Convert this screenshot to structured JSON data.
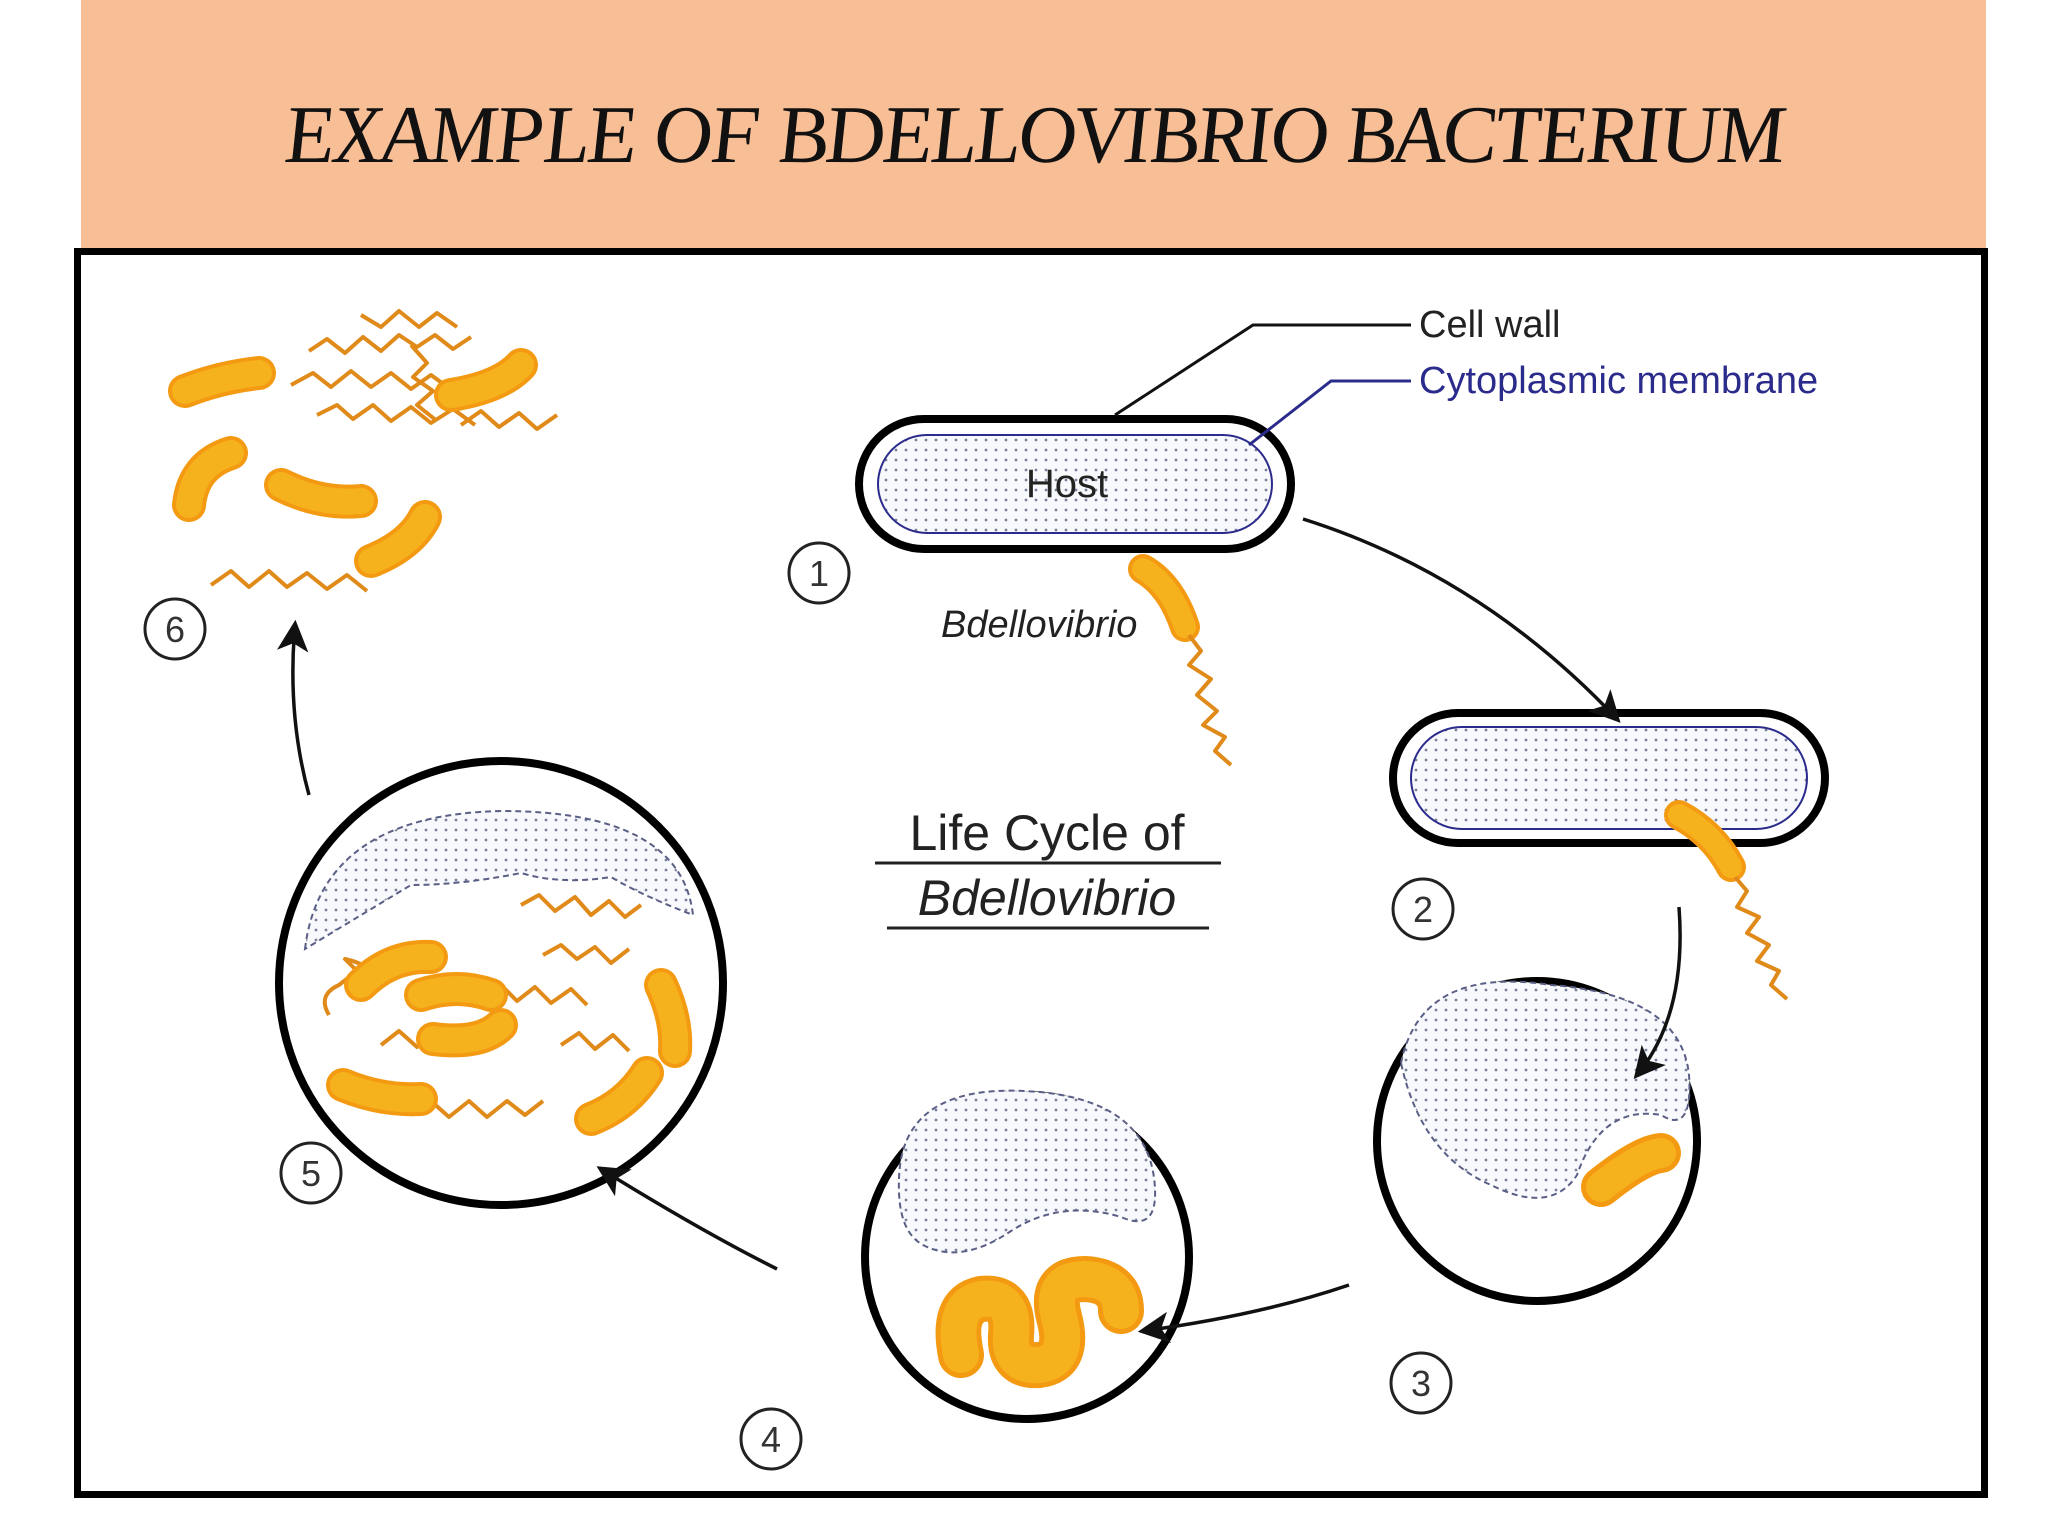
{
  "slide": {
    "title": "EXAMPLE OF BDELLOVIBRIO BACTERIUM"
  },
  "diagram": {
    "heading_line1": "Life Cycle of",
    "heading_line2": "Bdellovibrio",
    "labels": {
      "cell_wall": "Cell wall",
      "cytoplasmic_membrane": "Cytoplasmic membrane",
      "host": "Host",
      "bdellovibrio": "Bdellovibrio"
    },
    "stages": [
      "1",
      "2",
      "3",
      "4",
      "5",
      "6"
    ]
  },
  "colors": {
    "title_band": "#f8be95",
    "bacterium_fill": "#f6b21c",
    "bacterium_edge": "#f39a12",
    "membrane_line": "#2b2b8c",
    "frame": "#000000"
  }
}
